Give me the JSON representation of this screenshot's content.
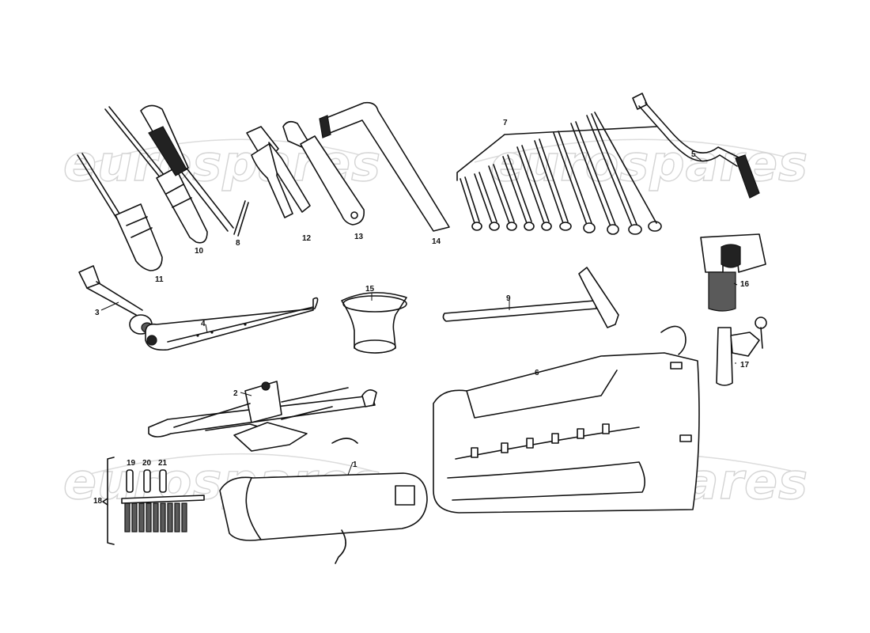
{
  "watermark": "eurospares",
  "callouts": [
    "1",
    "2",
    "3",
    "4",
    "5",
    "6",
    "7",
    "8",
    "9",
    "10",
    "11",
    "12",
    "13",
    "14",
    "15",
    "16",
    "17",
    "18",
    "19",
    "20",
    "21"
  ]
}
